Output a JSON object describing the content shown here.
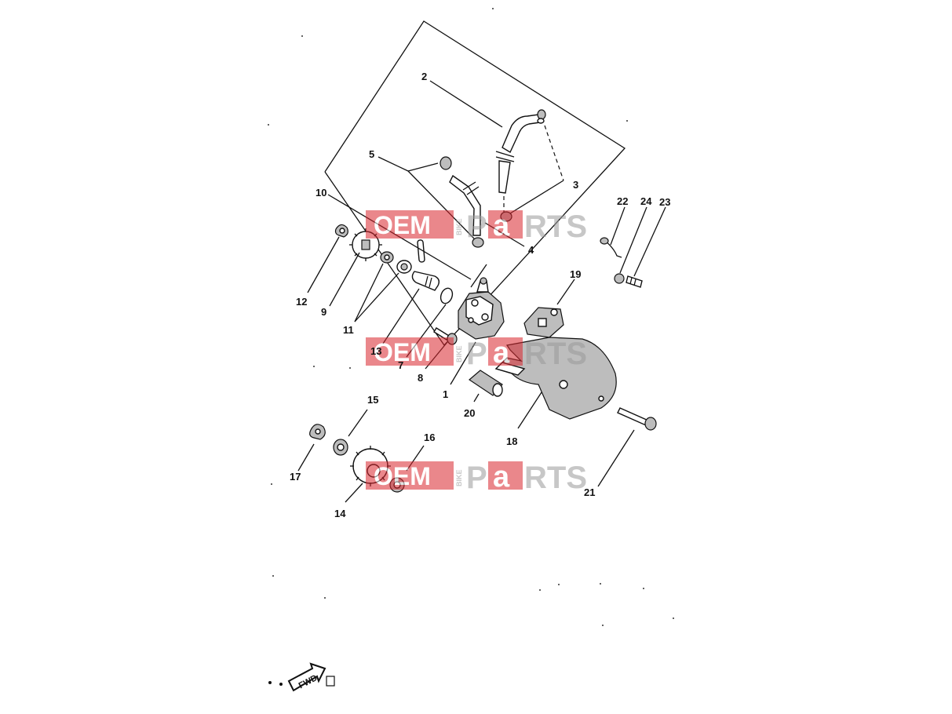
{
  "diagram": {
    "callouts": [
      "1",
      "2",
      "3",
      "4",
      "5",
      "7",
      "8",
      "9",
      "10",
      "11",
      "12",
      "13",
      "14",
      "15",
      "16",
      "17",
      "18",
      "19",
      "20",
      "21",
      "22",
      "23",
      "24"
    ],
    "fwd_label": "FWD"
  },
  "watermark": {
    "oem": "OEM",
    "bike": "BIKE",
    "p": "P",
    "a": "a",
    "rts": "RTS",
    "colors": {
      "red": "#d9262e",
      "gray": "#9a9a9a"
    }
  }
}
